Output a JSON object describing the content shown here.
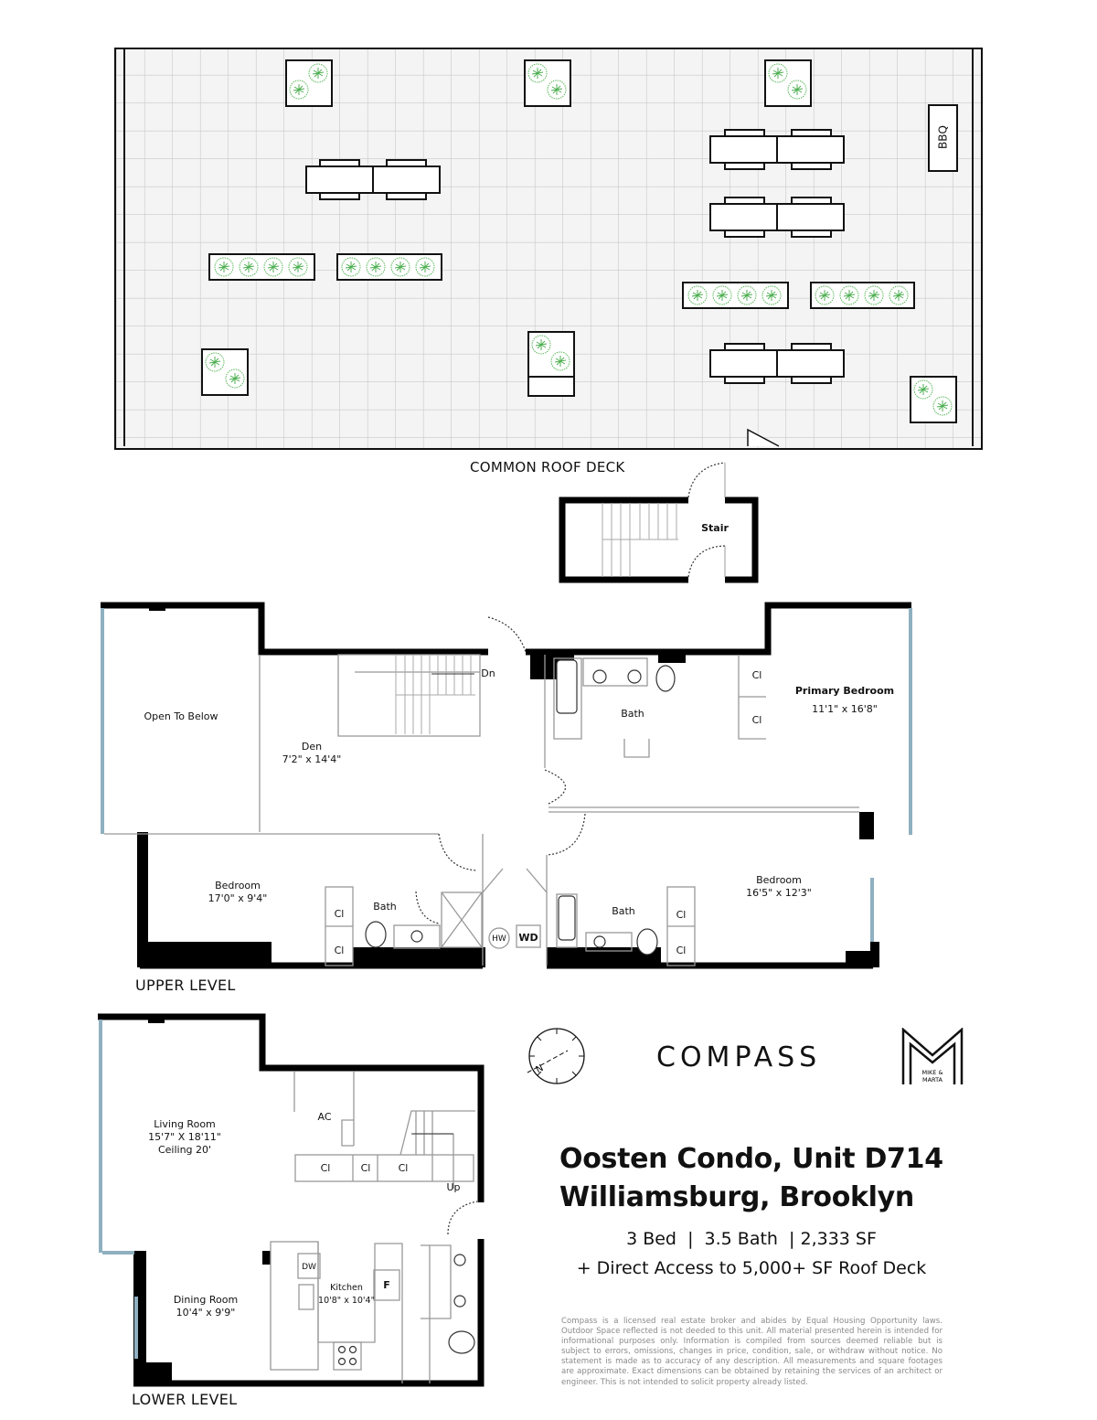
{
  "roof_deck": {
    "label": "COMMON ROOF DECK",
    "bbq_label": "BBQ",
    "stair_label": "Stair",
    "grid_color": "#c9c9c9",
    "deck_fill": "#f4f4f4",
    "planter_color": "#4caf50"
  },
  "upper_level": {
    "label": "UPPER LEVEL",
    "rooms": [
      {
        "name": "Open To Below",
        "dims": ""
      },
      {
        "name": "Den",
        "dims": "7'2\" x 14'4\""
      },
      {
        "name": "Primary Bedroom",
        "dims": "11'1\" x 16'8\""
      },
      {
        "name": "Bath",
        "dims": ""
      },
      {
        "name": "Bedroom",
        "dims": "17'0\" x 9'4\""
      },
      {
        "name": "Bath",
        "dims": ""
      },
      {
        "name": "Bath",
        "dims": ""
      },
      {
        "name": "Bedroom",
        "dims": "16'5\" x 12'3\""
      }
    ],
    "stair_label": "Dn",
    "closet_label": "Cl",
    "hw_label": "HW",
    "wd_label": "WD"
  },
  "lower_level": {
    "label": "LOWER LEVEL",
    "rooms": [
      {
        "name": "Living Room",
        "dims": "15'7\" X 18'11\"",
        "extra": "Ceiling 20'"
      },
      {
        "name": "Dining Room",
        "dims": "10'4\" x 9'9\""
      },
      {
        "name": "Kitchen",
        "dims": "10'8\" x 10'4\""
      }
    ],
    "ac_label": "AC",
    "closet_label": "Cl",
    "stair_label": "Up",
    "dw_label": "DW",
    "fridge_label": "F"
  },
  "branding": {
    "compass_logo": "COMPASS",
    "agent_logo_line1": "MIKE &",
    "agent_logo_line2": "MARTA",
    "north_label": "N"
  },
  "listing": {
    "title_line1": "Oosten Condo, Unit D714",
    "title_line2": "Williamsburg, Brooklyn",
    "stats": "3 Bed  |  3.5 Bath  | 2,333 SF",
    "extra": "+ Direct Access to 5,000+ SF Roof Deck",
    "disclaimer": "Compass is a licensed real estate broker and abides by Equal Housing Opportunity laws. Outdoor Space reflected is not deeded to this unit. All material presented herein is intended for informational purposes only. Information is compiled from sources deemed reliable but is subject to errors, omissions, changes in price, condition, sale, or withdraw without notice. No statement is made as to accuracy of any description. All measurements and square footages are approximate. Exact dimensions can be obtained by retaining the services of an architect or engineer. This is not intended to solicit property already listed."
  },
  "colors": {
    "wall": "#000000",
    "window": "#8fb0c0",
    "text_gray": "#8a8a8a"
  }
}
